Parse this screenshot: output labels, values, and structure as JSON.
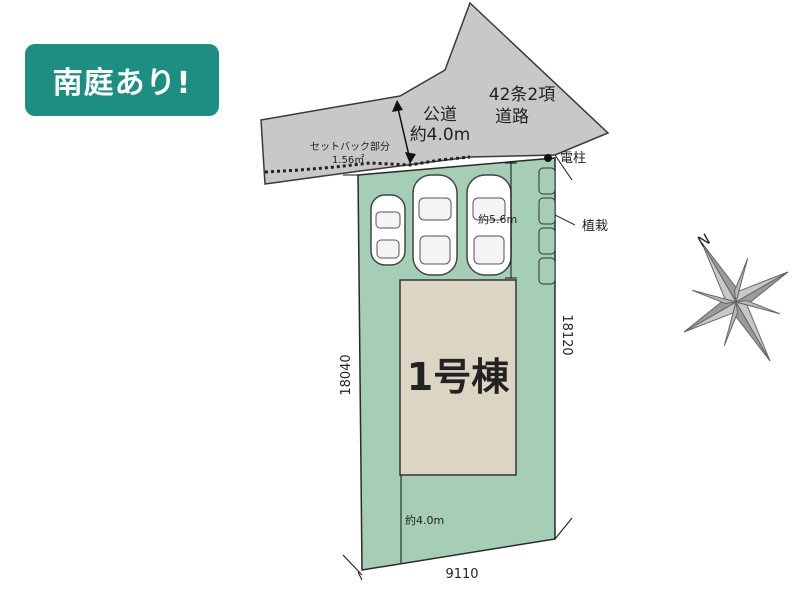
{
  "badge": {
    "text": "南庭あり!"
  },
  "road": {
    "name_line1": "公道",
    "name_line2": "約4.0m",
    "type_line1": "42条2項",
    "type_line2": "道路"
  },
  "setback": {
    "label": "セットバック部分",
    "area": "1.56㎡"
  },
  "building": {
    "label": "1号棟"
  },
  "pole": {
    "label": "電柱"
  },
  "planting": {
    "label": "植栽"
  },
  "dimensions": {
    "parking_depth": "約5.6m",
    "south_garden": "約4.0m",
    "left_side": "18040",
    "right_side": "18120",
    "bottom_side": "9110"
  },
  "compass": {
    "north": "N"
  },
  "colors": {
    "lot": "#a6cdb5",
    "road": "#c8c8c8",
    "building": "#ddd5c3",
    "badge": "#1e8d82",
    "compass": "#8a8a8a"
  }
}
